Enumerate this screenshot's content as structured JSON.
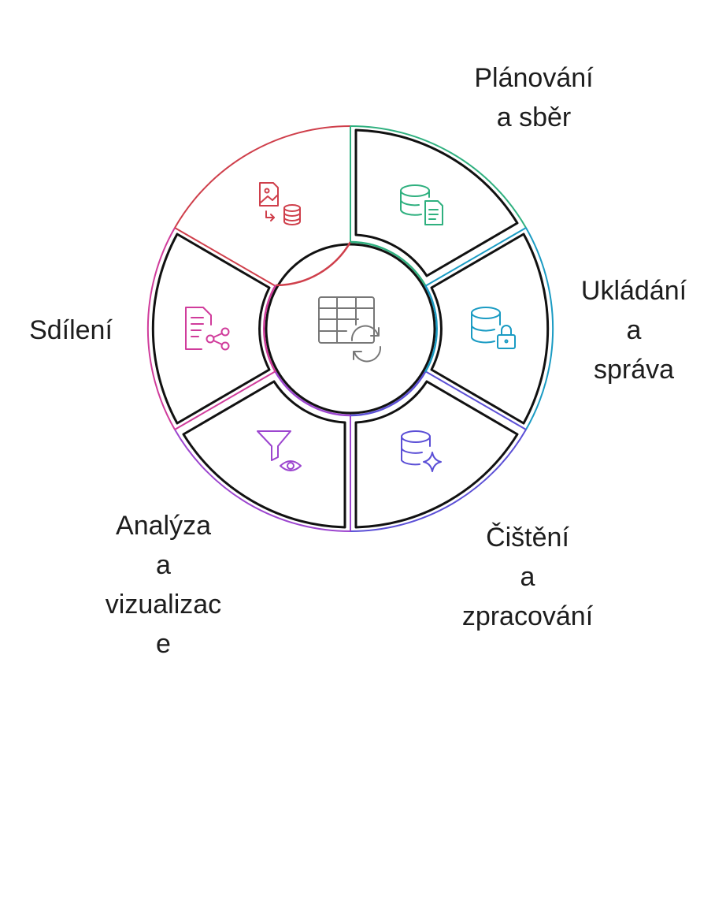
{
  "diagram": {
    "center_icon": "table-refresh-icon",
    "segments": [
      {
        "id": "planning",
        "label": "Plánování\na sběr",
        "icon": "database-document-icon",
        "color": "#2fb07f"
      },
      {
        "id": "storage",
        "label": "Ukládání\na\nspráva",
        "icon": "database-lock-icon",
        "color": "#1a9bc3"
      },
      {
        "id": "cleaning",
        "label": "Čištění\na\nzpracování",
        "icon": "database-sparkle-icon",
        "color": "#5b4fd6"
      },
      {
        "id": "analysis",
        "label": "Analýza\na\nvizualizac\ne",
        "icon": "filter-eye-icon",
        "color": "#9c45cf"
      },
      {
        "id": "sharing",
        "label": "Sdílení",
        "icon": "document-share-icon",
        "color": "#d03c9b"
      },
      {
        "id": "import",
        "label": "",
        "icon": "image-to-database-icon",
        "color": "#cf3f4b"
      }
    ]
  }
}
